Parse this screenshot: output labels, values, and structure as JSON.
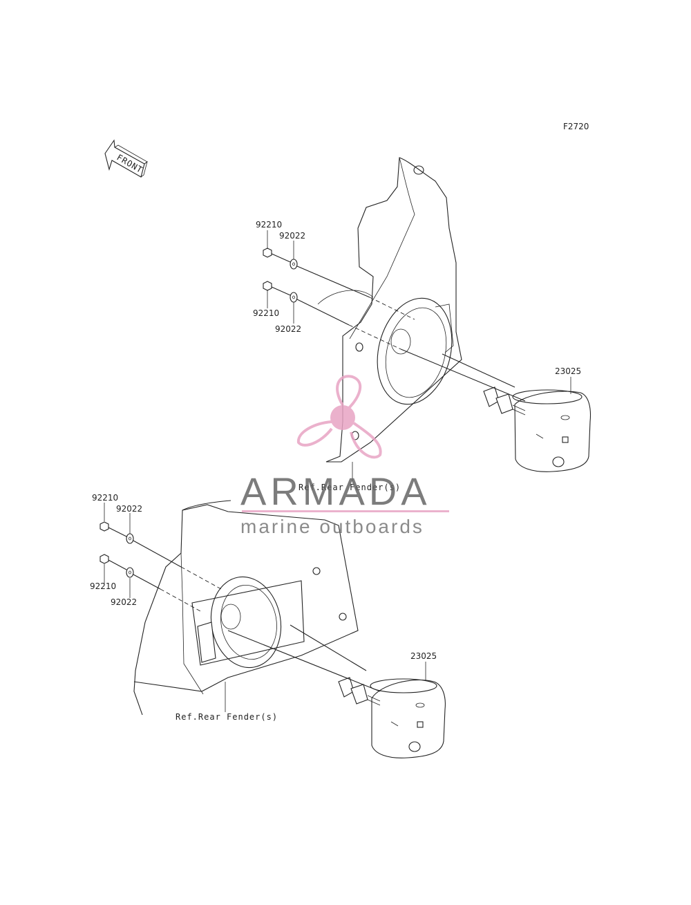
{
  "figure_code": "F2720",
  "front_arrow_text": "FRONT",
  "upper_assembly": {
    "nut_top": "92210",
    "washer_top": "92022",
    "nut_bottom": "92210",
    "washer_bottom": "92022",
    "light": "23025",
    "reference": "Ref.Rear Fender(s)"
  },
  "lower_assembly": {
    "nut_top": "92210",
    "washer_top": "92022",
    "nut_bottom": "92210",
    "washer_bottom": "92022",
    "light": "23025",
    "reference": "Ref.Rear Fender(s)"
  },
  "watermark": {
    "title": "ARMADA",
    "subtitle": "marine outboards",
    "accent_color": "#e8a4c4",
    "text_color": "#666666"
  }
}
